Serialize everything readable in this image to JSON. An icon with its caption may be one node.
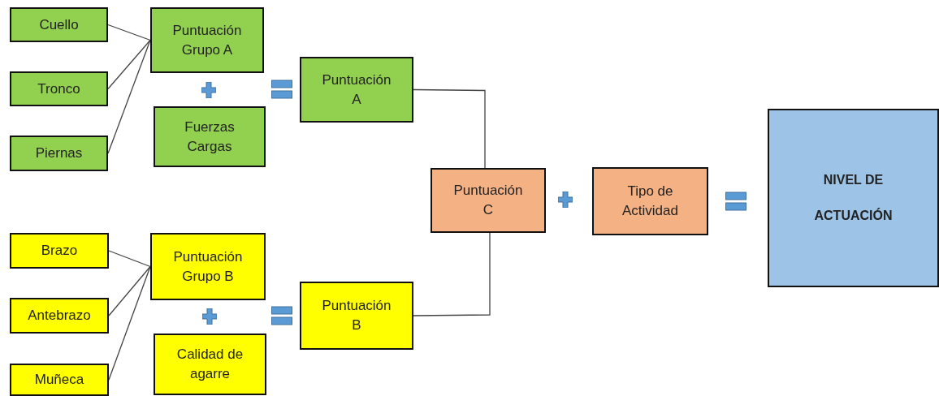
{
  "diagram": {
    "nodes": [
      {
        "text": [
          "Cuello"
        ]
      },
      {
        "text": [
          "Tronco"
        ]
      },
      {
        "text": [
          "Piernas"
        ]
      },
      {
        "text": [
          "Puntuación Grupo A"
        ]
      },
      {
        "text": [
          "Fuerzas Cargas"
        ]
      },
      {
        "text": [
          "Puntuación A"
        ]
      },
      {
        "text": [
          "Puntuación C"
        ]
      },
      {
        "text": [
          "Tipo de Actividad"
        ]
      },
      {
        "text": [
          "NIVEL DE ACTUACIÓN"
        ]
      },
      {
        "text": [
          "Brazo"
        ]
      },
      {
        "text": [
          "Antebrazo"
        ]
      },
      {
        "text": [
          "Muñeca"
        ]
      },
      {
        "text": [
          "Puntuación Grupo B"
        ]
      },
      {
        "text": [
          "Calidad de agarre"
        ]
      },
      {
        "text": [
          "Puntuación B"
        ]
      }
    ],
    "edges": [
      {
        "from": 0,
        "to": 3,
        "arrow": "none"
      },
      {
        "from": 1,
        "to": 3,
        "arrow": "none"
      },
      {
        "from": 2,
        "to": 3,
        "arrow": "none"
      },
      {
        "from": 9,
        "to": 12,
        "arrow": "none"
      },
      {
        "from": 10,
        "to": 12,
        "arrow": "none"
      },
      {
        "from": 11,
        "to": 12,
        "arrow": "none"
      },
      {
        "from": 5,
        "to": 6,
        "arrow": "none"
      },
      {
        "from": 14,
        "to": 6,
        "arrow": "none"
      }
    ]
  }
}
